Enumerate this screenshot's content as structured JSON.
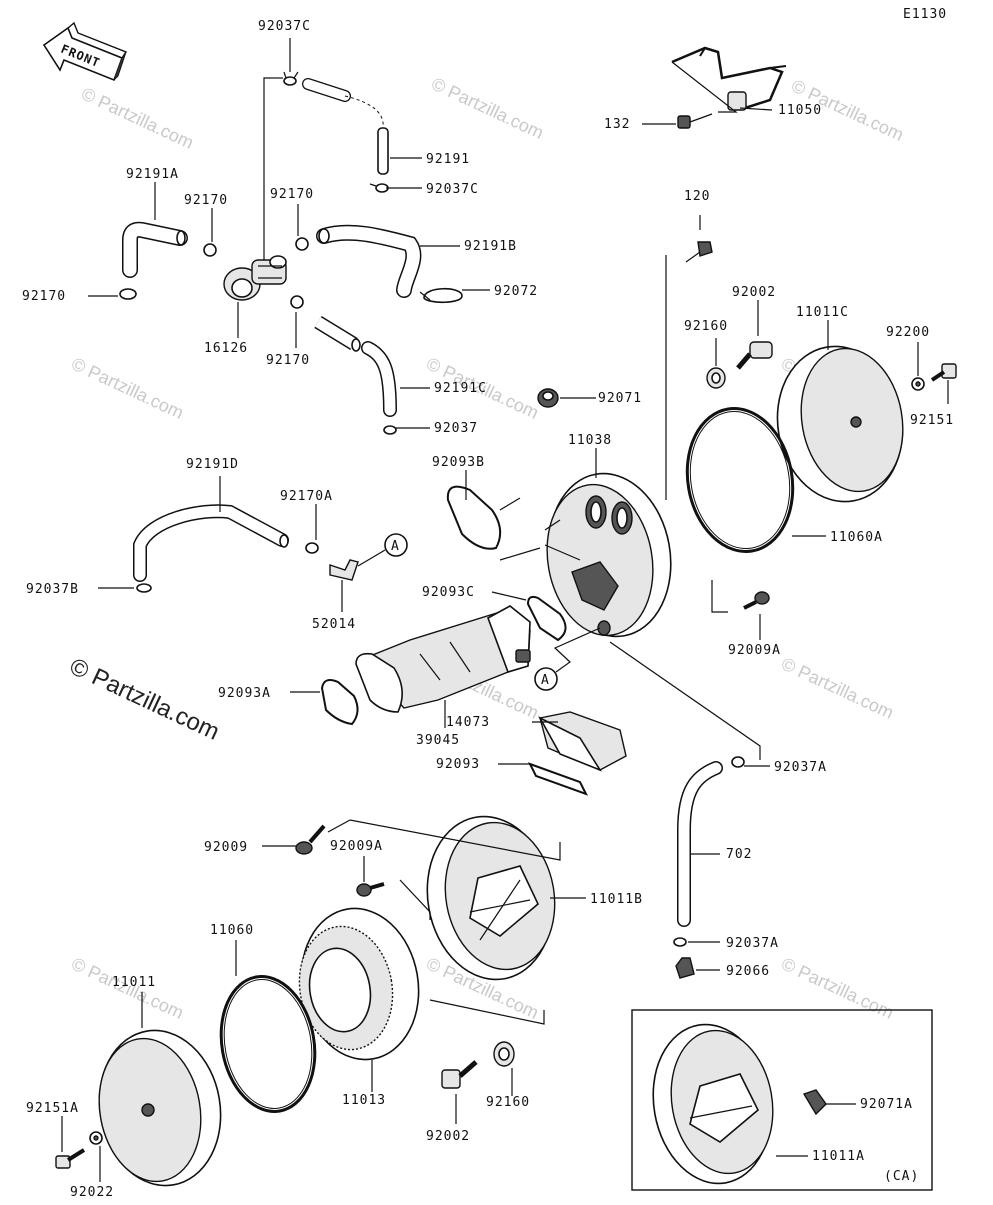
{
  "diagram_code": "E1130",
  "front_label": "FRONT",
  "watermark_text": "© Partzilla.com",
  "watermark_main": "© Partzilla.com",
  "ref_mark": "A",
  "inset_label": "(CA)",
  "callouts": {
    "p92037C_top": "92037C",
    "p92191": "92191",
    "p92037C_mid": "92037C",
    "p92191A": "92191A",
    "p92170_a": "92170",
    "p92170_b": "92170",
    "p92170_left": "92170",
    "p92191B": "92191B",
    "p92072": "92072",
    "p16126": "16126",
    "p92170_c": "92170",
    "p92191C": "92191C",
    "p92037": "92037",
    "p92191D": "92191D",
    "p92170A": "92170A",
    "p92037B": "92037B",
    "p52014": "52014",
    "p132": "132",
    "p11050": "11050",
    "p120": "120",
    "p92002_top": "92002",
    "p11011C": "11011C",
    "p92160_top": "92160",
    "p92200": "92200",
    "p92151": "92151",
    "p92071": "92071",
    "p11038": "11038",
    "p92093B": "92093B",
    "p11060A": "11060A",
    "p92093C": "92093C",
    "p92009A_right": "92009A",
    "p92093A": "92093A",
    "p39045": "39045",
    "p14073": "14073",
    "p92093": "92093",
    "p92037A_top": "92037A",
    "p702": "702",
    "p92009": "92009",
    "p92009A_mid": "92009A",
    "p11011B": "11011B",
    "p92037A_bot": "92037A",
    "p92066": "92066",
    "p11060": "11060",
    "p11011": "11011",
    "p11013": "11013",
    "p92002_bot": "92002",
    "p92160_bot": "92160",
    "p92151A": "92151A",
    "p92022": "92022",
    "p92071A": "92071A",
    "p11011A": "11011A"
  }
}
